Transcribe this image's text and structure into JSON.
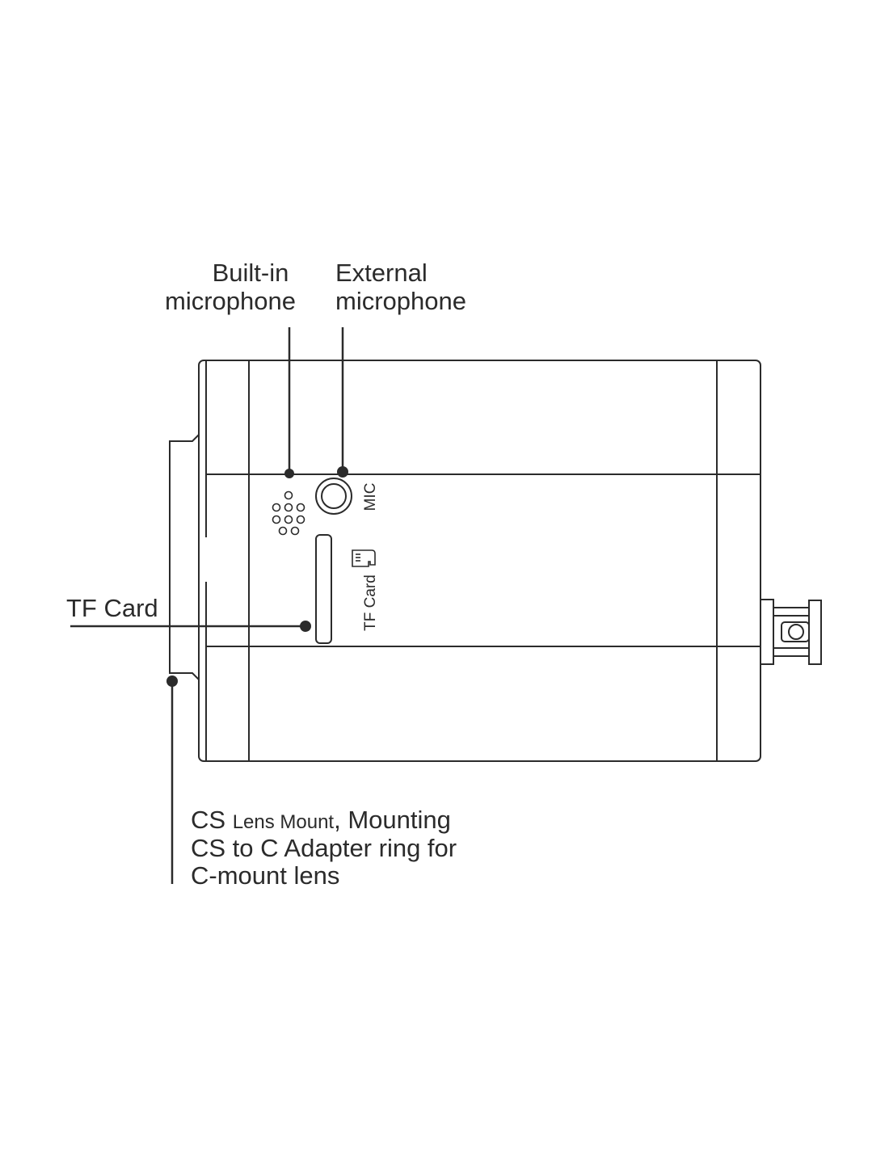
{
  "labels": {
    "builtin_mic": [
      "Built-in",
      "microphone"
    ],
    "external_mic": [
      "External",
      "microphone"
    ],
    "tf_card": "TF Card",
    "lens_mount": {
      "line1_a": "CS ",
      "line1_b": "Lens Mount",
      "line1_c": ", Mounting",
      "line2": "CS to C Adapter ring for",
      "line3": "C-mount lens"
    }
  },
  "device_markings": {
    "mic_port": "MIC",
    "tf_slot": "TF Card"
  },
  "icons": {
    "microsd": "microsd-card-icon"
  },
  "colors": {
    "line": "#2b2b2b",
    "background": "#ffffff"
  }
}
